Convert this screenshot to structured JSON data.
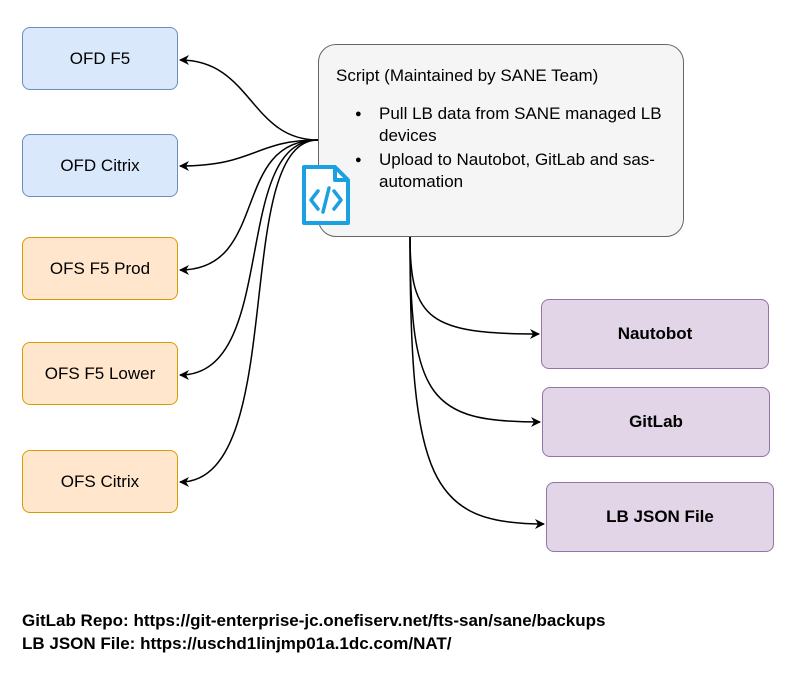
{
  "sources": {
    "ofd_f5": "OFD F5",
    "ofd_citrix": "OFD Citrix",
    "ofs_f5_prod": "OFS F5 Prod",
    "ofs_f5_lower": "OFS F5 Lower",
    "ofs_citrix": "OFS Citrix"
  },
  "script": {
    "title": "Script (Maintained by SANE Team)",
    "bullets": [
      "Pull LB data from SANE managed LB devices",
      "Upload to Nautobot, GitLab and sas-automation"
    ],
    "icon": "code-file-icon"
  },
  "targets": {
    "nautobot": "Nautobot",
    "gitlab": "GitLab",
    "lb_json": "LB JSON File"
  },
  "footer": {
    "gitlab_repo": "GitLab Repo: https://git-enterprise-jc.onefiserv.net/fts-san/sane/backups",
    "lb_json_file": "LB JSON File: https://uschd1linjmp01a.1dc.com/NAT/"
  },
  "colors": {
    "blue_fill": "#dae8fc",
    "blue_stroke": "#6c8ebf",
    "orange_fill": "#ffe6cc",
    "orange_stroke": "#d79b00",
    "purple_fill": "#e1d5e7",
    "purple_stroke": "#9673a6",
    "script_fill": "#f5f5f5",
    "script_stroke": "#666666",
    "icon_color": "#1ba1e2"
  }
}
